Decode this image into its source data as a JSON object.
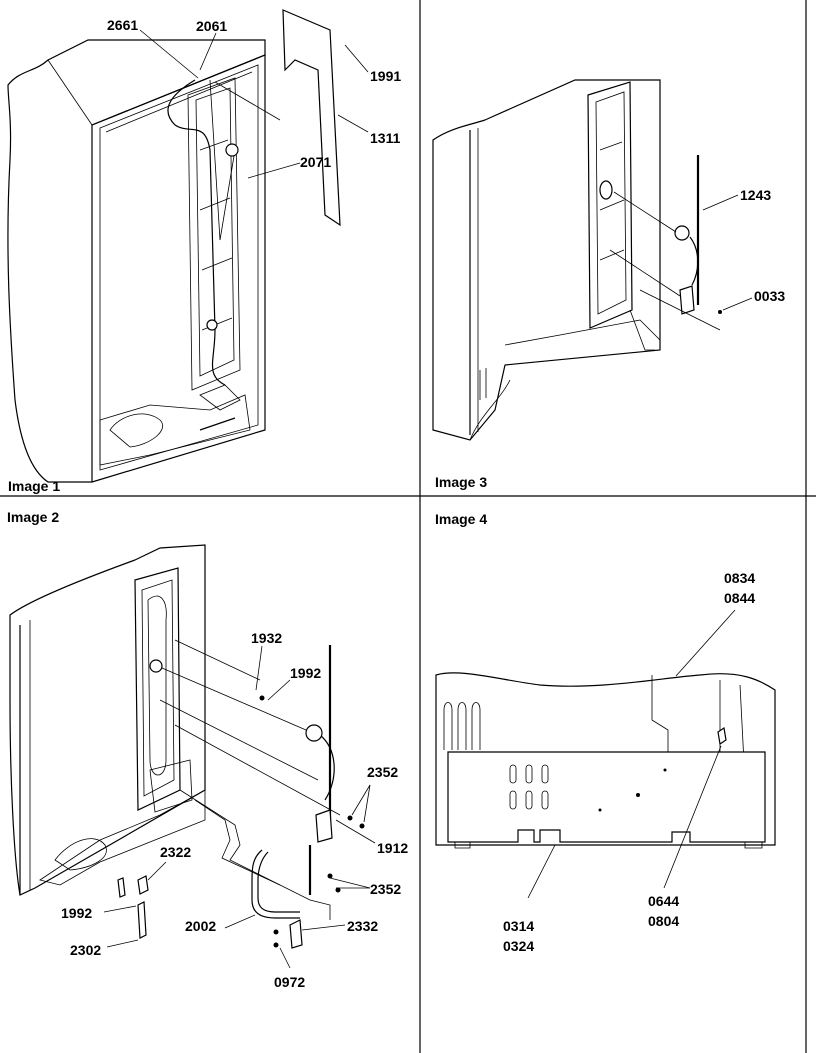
{
  "panels": [
    {
      "id": "image-1",
      "title": "Image 1",
      "callouts": [
        "2661",
        "2061",
        "1991",
        "1311",
        "2071"
      ]
    },
    {
      "id": "image-3",
      "title": "Image 3",
      "callouts": [
        "1243",
        "0033"
      ]
    },
    {
      "id": "image-2",
      "title": "Image 2",
      "callouts": [
        "1932",
        "1992",
        "2352",
        "1912",
        "2352",
        "2322",
        "1992",
        "2302",
        "2002",
        "2332",
        "0972"
      ]
    },
    {
      "id": "image-4",
      "title": "Image 4",
      "callouts": [
        {
          "line1": "0834",
          "line2": "0844"
        },
        {
          "line1": "0644",
          "line2": "0804"
        },
        {
          "line1": "0314",
          "line2": "0324"
        }
      ]
    }
  ]
}
